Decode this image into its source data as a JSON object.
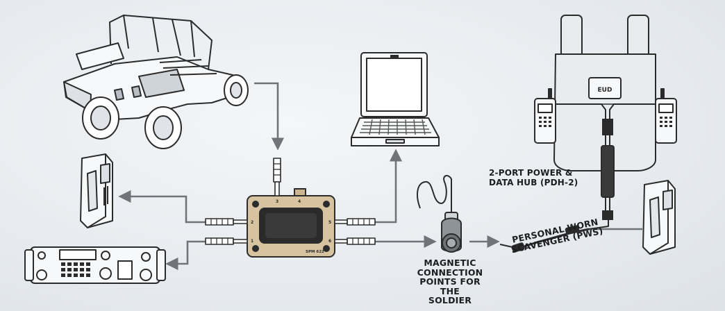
{
  "labels": {
    "magnetic": [
      "MAGNETIC",
      "CONNECTION",
      "POINTS FOR THE",
      "SOLDIER"
    ],
    "pdh": [
      "2-PORT POWER &",
      "DATA HUB (PDH-2)"
    ],
    "pws": [
      "PERSONAL WORN",
      "SCAVENGER (PWS)"
    ]
  },
  "device": {
    "model": "SPM 622",
    "ports": [
      "1",
      "2",
      "3",
      "4",
      "5",
      "6"
    ]
  },
  "vest": {
    "eud_label": "EUD"
  },
  "colors": {
    "background": "#e7ebef",
    "line": "#707478",
    "device_body": "#d8c3a0",
    "device_screen": "#2a2a2a",
    "outline": "#2b2b2b",
    "vest": "#e9ecef"
  },
  "icons": [
    "utv-vehicle",
    "laptop",
    "battery",
    "radio-manpack",
    "spm622-hub",
    "magnetic-connector",
    "plate-carrier-vest",
    "handheld-radio",
    "pdh-hub",
    "pws-cable"
  ]
}
